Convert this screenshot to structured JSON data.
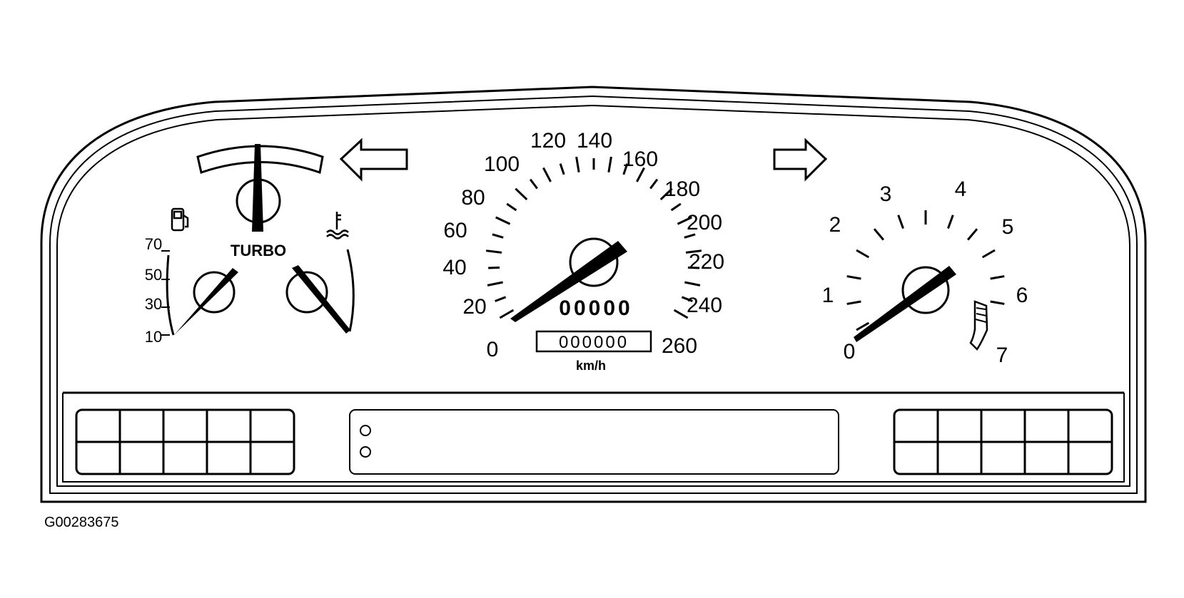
{
  "speedometer": {
    "labels": [
      "0",
      "20",
      "40",
      "60",
      "80",
      "100",
      "120",
      "140",
      "160",
      "180",
      "200",
      "220",
      "240",
      "260"
    ],
    "unit": "km/h",
    "trip_digits": "00000",
    "odometer_digits": "000000"
  },
  "tachometer": {
    "labels": [
      "0",
      "1",
      "2",
      "3",
      "4",
      "5",
      "6",
      "7"
    ]
  },
  "oil_gauge": {
    "labels": [
      "10",
      "30",
      "50",
      "70"
    ]
  },
  "turbo_gauge": {
    "label": "TURBO"
  },
  "icons": [
    "fuel-icon",
    "coolant-temp-icon",
    "left-turn-arrow-icon",
    "right-turn-arrow-icon"
  ],
  "figure_id": "G00283675"
}
